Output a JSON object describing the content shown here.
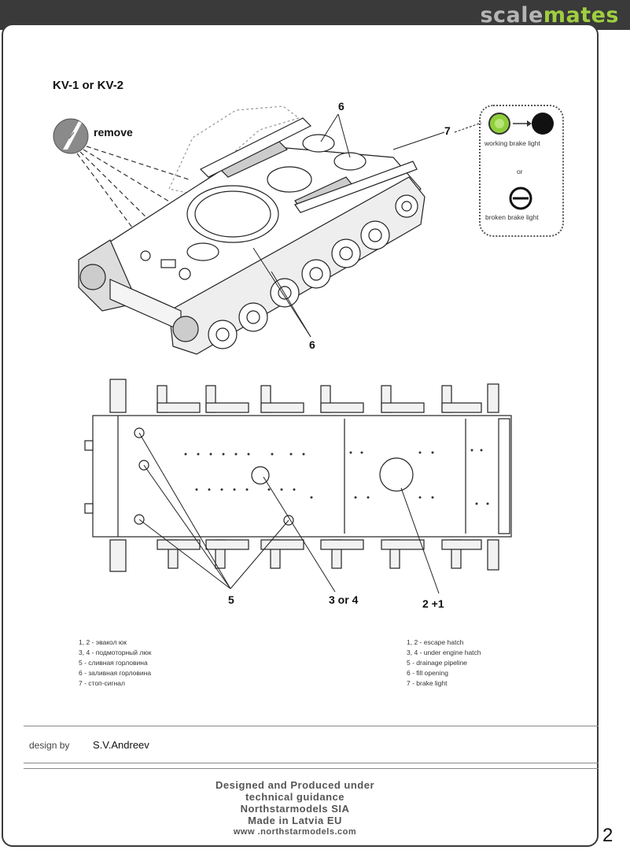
{
  "brand": {
    "part1": "scale",
    "part2": "mates"
  },
  "page_number": "2",
  "title": "KV-1 or KV-2",
  "callouts": {
    "remove": "remove",
    "six": "6",
    "seven": "7",
    "five": "5",
    "three_or_four": "3 or 4",
    "two_plus_one": "2 +1"
  },
  "brake": {
    "working": "working brake light",
    "or": "or",
    "broken": "broken brake light"
  },
  "legend_ru": [
    "1, 2 - эвакол юк",
    "3, 4 - подмоторный люк",
    "5 - сливная горловина",
    "6 - заливная горловина",
    "7 - стоп-сигнал"
  ],
  "legend_en": [
    "1, 2 - escape hatch",
    "3, 4 - under engine hatch",
    "5 - drainage pipeline",
    "6 - fill opening",
    "7 - brake light"
  ],
  "design": {
    "label": "design by",
    "name": "S.V.Andreev"
  },
  "footer": [
    "Designed and Produced under",
    "technical guidance",
    "Northstarmodels SIA",
    "Made in Latvia EU",
    "www .northstarmodels.com"
  ],
  "colors": {
    "brand_gray": "#b5b5b5",
    "brand_green": "#9fcf3f",
    "bar": "#3a3a3a",
    "brake_green": "#8fcf3a"
  }
}
